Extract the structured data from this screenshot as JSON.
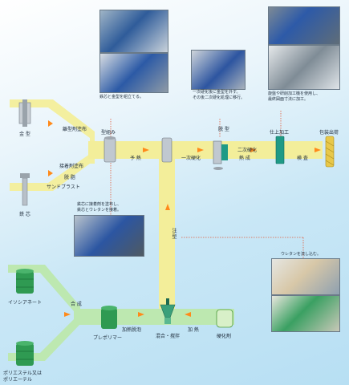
{
  "nodes": {
    "mold": "金 型",
    "core": "鉄 芯",
    "release_coat": "離型剤塗布",
    "adhesive_coat": "接着剤塗布",
    "degrease": "脱 脂",
    "sandblast": "サンドブラスト",
    "assembly": "型組み",
    "preheat": "予 熱",
    "primary_cure": "一次硬化",
    "demold": "脱 型",
    "secondary_cure": "二次硬化",
    "heat_treat": "熱 成",
    "finishing": "仕上加工",
    "inspection": "検 査",
    "packing": "包装出荷",
    "casting": "注 型",
    "isocyanate": "イソシアネート",
    "polyol": "ポリエステル又は\nポリエーテル",
    "synthesis": "合 成",
    "prepolymer": "プレポリマー",
    "heat_defoam": "加熱脱泡",
    "mix_stir": "混合・撹拌",
    "heating": "加 熱",
    "curing_agent": "硬化剤"
  },
  "captions": {
    "assembly_note": "鉄芯と金型を組立てる。",
    "demold_note": "一次硬化後に金型を外す。\nその後二次硬化処理に移行。",
    "finishing_note": "旋盤や研削加工機を使用し、\n最終図面寸法に加工。",
    "adhesive_note": "鉄芯に接着剤を塗布し、\n鉄芯とウレタンを接着。",
    "urethane_note": "ウレタンを流し込む。"
  },
  "colors": {
    "yellow_flow": "#f3ee9a",
    "green_flow": "#bde8b0",
    "teal_part": "#1f9a86",
    "drum": "#2f9a52"
  }
}
